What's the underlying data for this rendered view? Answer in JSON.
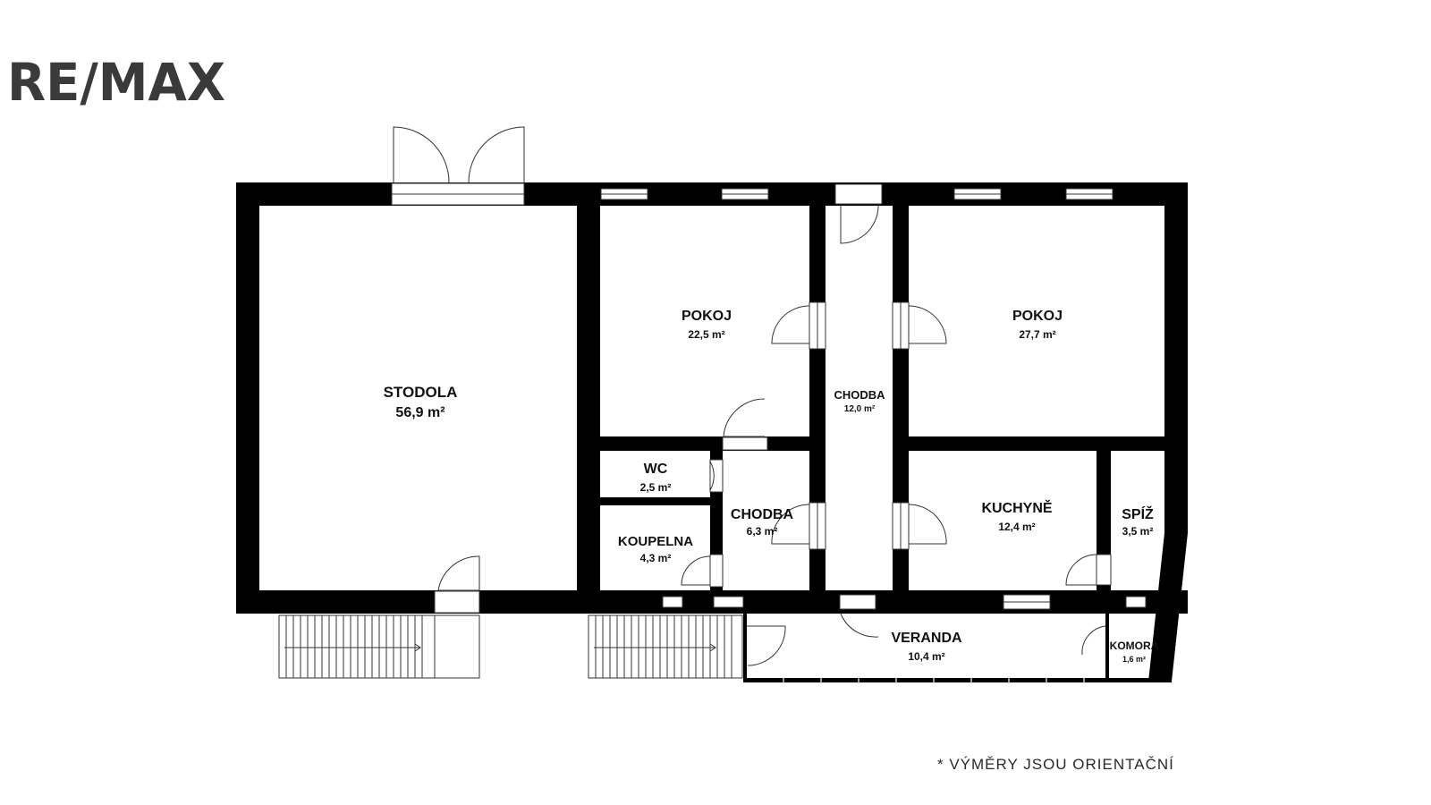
{
  "brand": {
    "logo_text": "RE/MAX"
  },
  "rooms": [
    {
      "id": "stodola",
      "name": "STODOLA",
      "area": "56,9 m²"
    },
    {
      "id": "pokoj-1",
      "name": "POKOJ",
      "area": "22,5 m²"
    },
    {
      "id": "chodba-1",
      "name": "CHODBA",
      "area": "12,0 m²"
    },
    {
      "id": "pokoj-2",
      "name": "POKOJ",
      "area": "27,7 m²"
    },
    {
      "id": "wc",
      "name": "WC",
      "area": "2,5 m²"
    },
    {
      "id": "chodba-2",
      "name": "CHODBA",
      "area": "6,3 m²"
    },
    {
      "id": "koupelna",
      "name": "KOUPELNA",
      "area": "4,3 m²"
    },
    {
      "id": "kuchyne",
      "name": "KUCHYNĚ",
      "area": "12,4 m²"
    },
    {
      "id": "spiz",
      "name": "SPÍŽ",
      "area": "3,5 m²"
    },
    {
      "id": "veranda",
      "name": "VERANDA",
      "area": "10,4 m²"
    },
    {
      "id": "komora",
      "name": "KOMORA",
      "area": "1,6 m²"
    }
  ],
  "footnote": "*  VÝMĚRY JSOU ORIENTAČNÍ",
  "colors": {
    "wall": "#000000",
    "logo": "#3a3a3a",
    "line": "#333333"
  }
}
